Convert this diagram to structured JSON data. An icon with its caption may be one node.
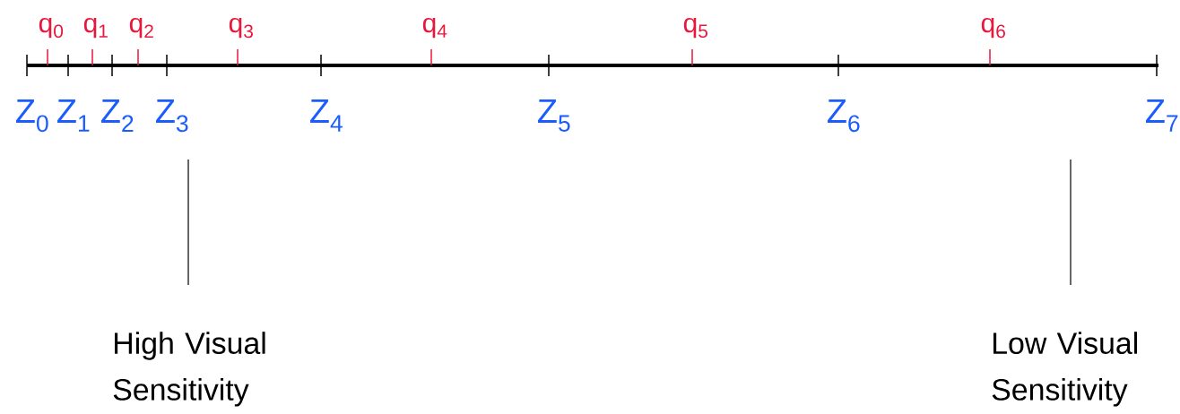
{
  "diagram": {
    "nodes": [
      {
        "text": [
          "High Visual Sensitivity"
        ]
      },
      {
        "text": [
          "Low Visual Sensitivity"
        ]
      }
    ],
    "edges": [
      {
        "from": null,
        "to": 0,
        "arrow": "none"
      },
      {
        "from": null,
        "to": 1,
        "arrow": "none"
      }
    ],
    "labels": [
      "q$_{0}$",
      "q$_{1}$",
      "q$_{2}$",
      "q$_{3}$",
      "q$_{4}$",
      "q$_{5}$",
      "q$_{6}$",
      "Z$_{0}$",
      "Z$_{1}$",
      "Z$_{2}$",
      "Z$_{3}$",
      "Z$_{4}$",
      "Z$_{5}$",
      "Z$_{6}$",
      "Z$_{7}$"
    ]
  }
}
